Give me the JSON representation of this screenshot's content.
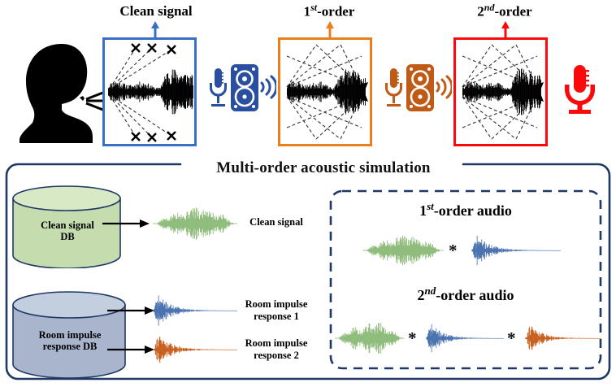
{
  "figure": {
    "title": "Multi-order acoustic simulation",
    "background": "#ffffff"
  },
  "colors": {
    "blue": "#3B6FC4",
    "blue_icon": "#2B4FA0",
    "orange": "#E8801E",
    "orange_icon": "#BF5B16",
    "red": "#FA0A0A",
    "navy_border": "#1F3864",
    "green_wave": "#8FBC7C",
    "blue_wave": "#4A72B0",
    "orange_wave": "#C8601F",
    "db_green_fill": "#C5DDAE",
    "db_green_top": "#D8E9C6",
    "db_blue_fill": "#A8B5CC",
    "db_blue_top": "#C3CEDF",
    "black": "#000000"
  },
  "top_row": {
    "stages": [
      {
        "id": "clean",
        "label_plain": "Clean signal",
        "label_base": "",
        "label_sup": "",
        "label_tail": "",
        "accent": "#3B6FC4",
        "room_name": "clean-signal-room"
      },
      {
        "id": "first-order",
        "label_plain": "",
        "label_base": "1",
        "label_sup": "st",
        "label_tail": "-order",
        "accent": "#E8801E",
        "room_name": "first-order-room"
      },
      {
        "id": "second-order",
        "label_plain": "",
        "label_base": "2",
        "label_sup": "nd",
        "label_tail": "-order",
        "accent": "#FA0A0A",
        "room_name": "second-order-room"
      }
    ],
    "icons": {
      "talker": "head-silhouette-icon",
      "mic_blue": "microphone-icon",
      "speaker_blue": "loudspeaker-icon",
      "mic_orange": "microphone-icon",
      "speaker_orange": "loudspeaker-icon",
      "mic_red": "microphone-icon",
      "sound_waves": "sound-wave-icon",
      "reflection_marker": "x-mark-icon",
      "arrow_up": "arrow-up-icon"
    }
  },
  "panel": {
    "databases": [
      {
        "id": "clean-signal-db",
        "line1": "Clean signal",
        "line2": "DB",
        "fill": "#C5DDAE",
        "top": "#D8E9C6",
        "outputs": 1
      },
      {
        "id": "rir-db",
        "line1": "Room impulse",
        "line2": "response DB",
        "fill": "#A8B5CC",
        "top": "#C3CEDF",
        "outputs": 2
      }
    ],
    "signals": [
      {
        "id": "clean-signal-wave",
        "line1": "Clean signal",
        "line2": "",
        "color": "#8FBC7C",
        "kind": "speech"
      },
      {
        "id": "rir-1-wave",
        "line1": "Room impulse",
        "line2": "response 1",
        "color": "#4A72B0",
        "kind": "rir"
      },
      {
        "id": "rir-2-wave",
        "line1": "Room impulse",
        "line2": "response 2",
        "color": "#C8601F",
        "kind": "rir"
      }
    ],
    "convolution_box": {
      "border_style": "dashed",
      "border_color": "#1F3864",
      "rows": [
        {
          "id": "first-order-audio",
          "title_base": "1",
          "title_sup": "st",
          "title_tail": "-order audio",
          "operator": "*",
          "operands": [
            {
              "kind": "speech",
              "color": "#8FBC7C",
              "name": "clean-signal-wave"
            },
            {
              "kind": "rir",
              "color": "#4A72B0",
              "name": "rir-1-wave"
            }
          ]
        },
        {
          "id": "second-order-audio",
          "title_base": "2",
          "title_sup": "nd",
          "title_tail": "-order audio",
          "operator": "*",
          "operands": [
            {
              "kind": "speech",
              "color": "#8FBC7C",
              "name": "clean-signal-wave"
            },
            {
              "kind": "rir",
              "color": "#4A72B0",
              "name": "rir-1-wave"
            },
            {
              "kind": "rir",
              "color": "#C8601F",
              "name": "rir-2-wave"
            }
          ]
        }
      ]
    }
  }
}
